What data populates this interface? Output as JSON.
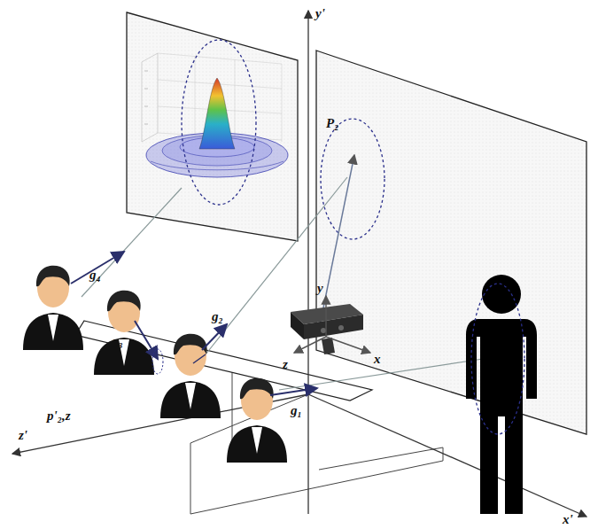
{
  "diagram": {
    "labels": [
      "y'",
      "P₂",
      "y",
      "x",
      "z",
      "g₄",
      "g₃",
      "g₂",
      "g₁",
      "z'",
      "p'₂,z",
      "x'"
    ]
  }
}
